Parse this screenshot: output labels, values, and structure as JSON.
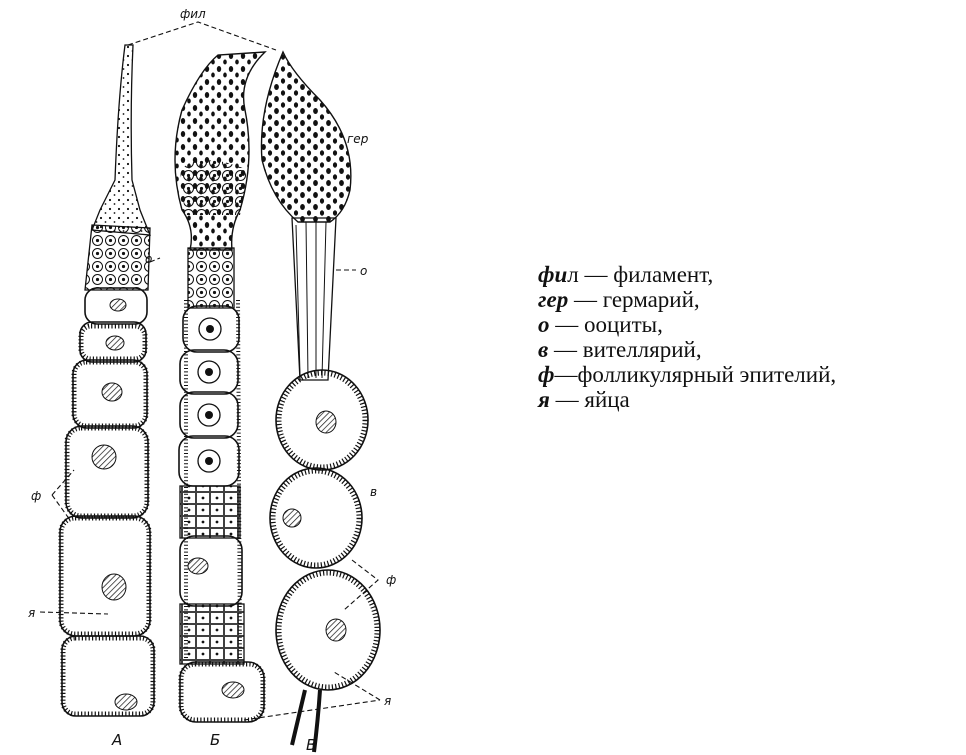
{
  "figure": {
    "labels": {
      "fil": "фил",
      "ger": "гер",
      "o_left": "о",
      "o_right": "о",
      "f_left": "ф",
      "f_right": "ф",
      "ya_left": "я",
      "ya_right": "я",
      "v": "в"
    },
    "captions": [
      "А",
      "Б",
      "В"
    ]
  },
  "legend": {
    "items": [
      {
        "key_bold": "фи",
        "key_plain": "л",
        "text": " — филамент,"
      },
      {
        "key_bold": "гер",
        "key_plain": "",
        "text": " — гермарий,"
      },
      {
        "key_bold": "о",
        "key_plain": "",
        "text": " — ооциты,"
      },
      {
        "key_bold": "в",
        "key_plain": "",
        "text": " — вителлярий,"
      },
      {
        "key_bold": "ф",
        "key_plain": "",
        "text": "—фолликулярный эпителий,"
      },
      {
        "key_bold": "я",
        "key_plain": "",
        "text": " — яйца"
      }
    ]
  }
}
